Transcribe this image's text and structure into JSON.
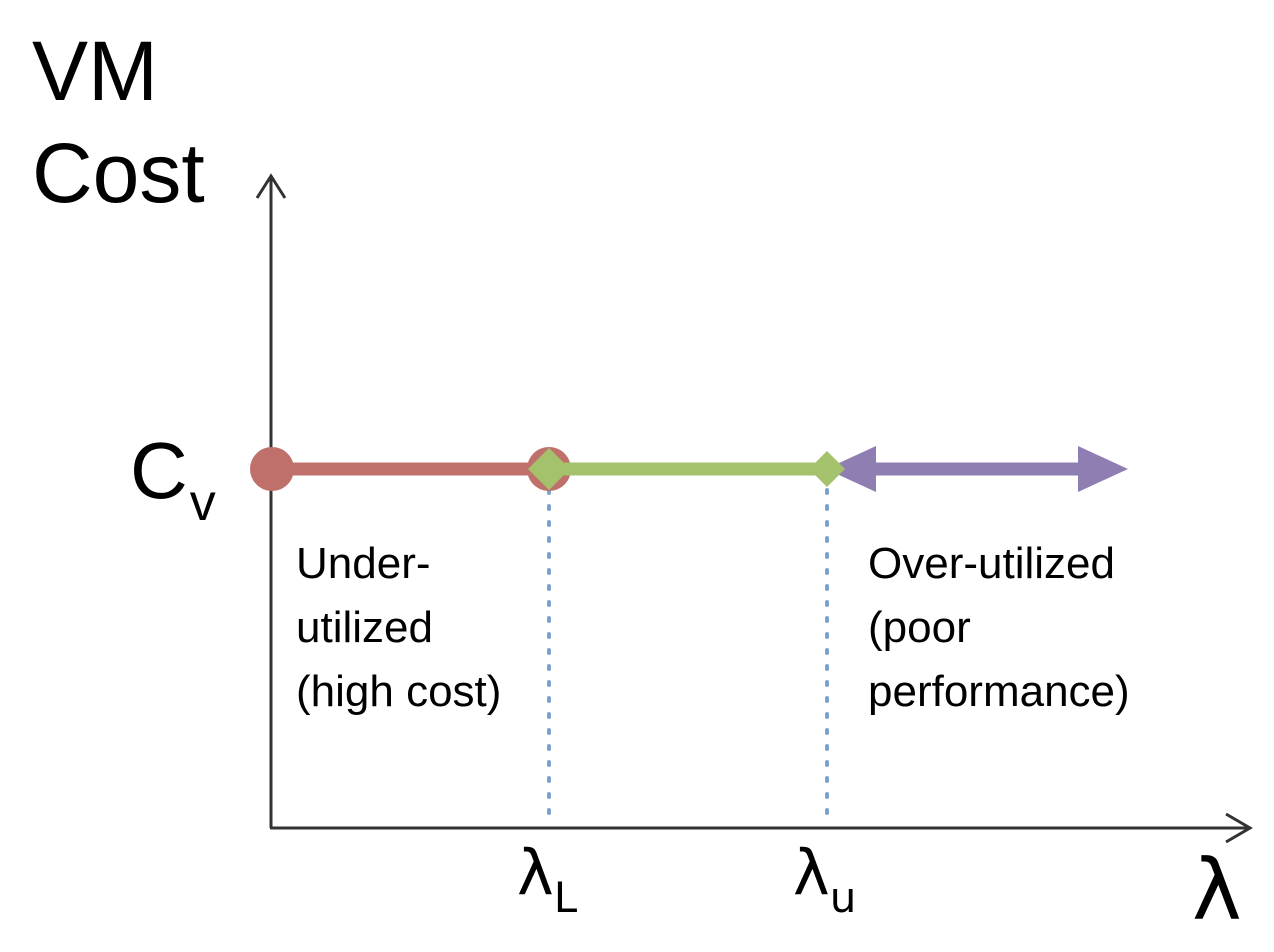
{
  "y_axis_title": {
    "line1": "VM",
    "line2": "Cost"
  },
  "cost_level": {
    "symbol": "C",
    "subscript": "v"
  },
  "x_axis_label": "λ",
  "thresholds": [
    {
      "symbol": "λ",
      "subscript": "L"
    },
    {
      "symbol": "λ",
      "subscript": "u"
    }
  ],
  "regions": {
    "under": {
      "lines": [
        "Under-",
        "utilized",
        "(high cost)"
      ],
      "color": "#c0706a"
    },
    "middle": {
      "color": "#a4c16b"
    },
    "over": {
      "lines": [
        "Over-utilized",
        "(poor",
        "performance)"
      ],
      "color": "#8f7eb2"
    }
  },
  "colors": {
    "axis": "#222222",
    "guide_dotted": "#7fa3cf"
  }
}
